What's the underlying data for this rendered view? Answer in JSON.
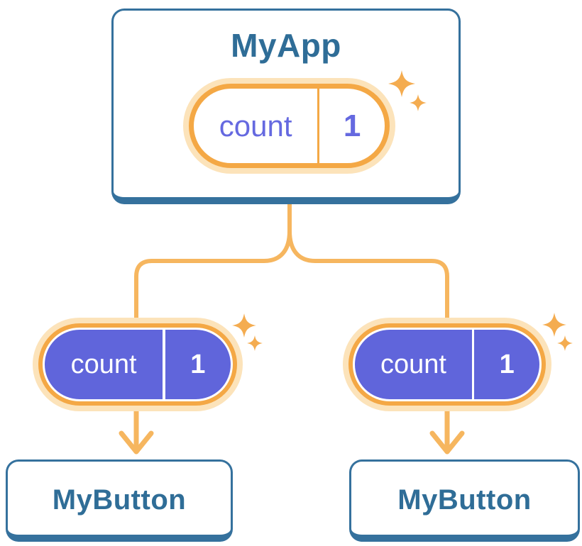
{
  "diagram": {
    "root": {
      "title": "MyApp",
      "state": {
        "name": "count",
        "value": "1"
      }
    },
    "children": [
      {
        "title": "MyButton",
        "state": {
          "name": "count",
          "value": "1"
        }
      },
      {
        "title": "MyButton",
        "state": {
          "name": "count",
          "value": "1"
        }
      }
    ],
    "icons": {
      "sparkle": "four-point-sparkle",
      "arrow": "down-arrow"
    },
    "colors": {
      "card_border": "#35719D",
      "card_text": "#2F6D97",
      "pill_fill": "#6065DB",
      "pill_text": "#6569E0",
      "orange_ring": "#F4A845",
      "orange_line": "#F6B65F",
      "orange_halo": "#FCE3BA",
      "sparkle": "#F4AC50",
      "pill_text_on_fill": "#FFFFFF",
      "card_bg": "#FFFFFF"
    }
  }
}
